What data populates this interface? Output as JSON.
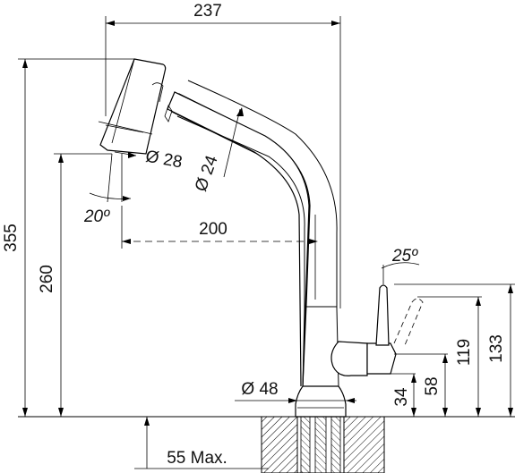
{
  "drawing": {
    "dimensions": {
      "overall_width": "237",
      "overall_height": "355",
      "spout_height": "260",
      "reach": "200",
      "head_diameter": "Ø 28",
      "spout_diameter": "Ø 24",
      "base_diameter": "Ø 48",
      "head_angle": "20º",
      "lever_angle": "25º",
      "lever_119": "119",
      "lever_133": "133",
      "lever_58": "58",
      "lever_34": "34",
      "counter_thickness": "55 Max."
    }
  }
}
